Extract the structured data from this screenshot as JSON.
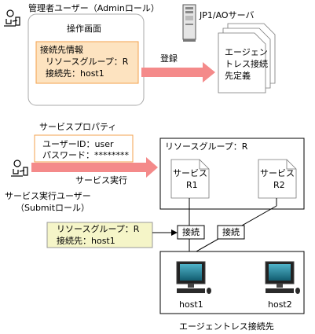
{
  "admin": {
    "user_label": "管理者ユーザー（Adminロール）",
    "screen_title": "操作画面",
    "connection_info": {
      "title": "接続先情報",
      "resource_group": "リソースグループ：R",
      "destination": "接続先：host1"
    }
  },
  "server": {
    "name": "JP1/AOサーバ",
    "document_lines": [
      "エージェン",
      "トレス接続",
      "先定義"
    ]
  },
  "register_label": "登録",
  "service_properties": {
    "title": "サービスプロパティ",
    "user_id": "ユーザーID：user",
    "password": "パスワード：********"
  },
  "executor": {
    "action_label": "サービス実行",
    "user_label": "サービス実行ユーザー",
    "role_label": "（Submitロール）"
  },
  "resource_group_box": {
    "label": "リソースグループ：R",
    "services": [
      {
        "line1": "サービス",
        "line2": "R1"
      },
      {
        "line1": "サービス",
        "line2": "R2"
      }
    ]
  },
  "connection_setting": {
    "resource_group": "リソースグループ：R",
    "destination": "接続先：host1"
  },
  "connect_labels": [
    "接続",
    "接続"
  ],
  "hosts": [
    "host1",
    "host2"
  ],
  "agentless_label": "エージェントレス接続先",
  "colors": {
    "arrow": "#f48a8a",
    "highlight_border": "#f3a24d",
    "highlight_fill": "#fde3c0",
    "yellow_fill": "#f5f5c8",
    "admin_box_border": "#aaaaaa",
    "monitor_screen": "#1f7a8f"
  }
}
